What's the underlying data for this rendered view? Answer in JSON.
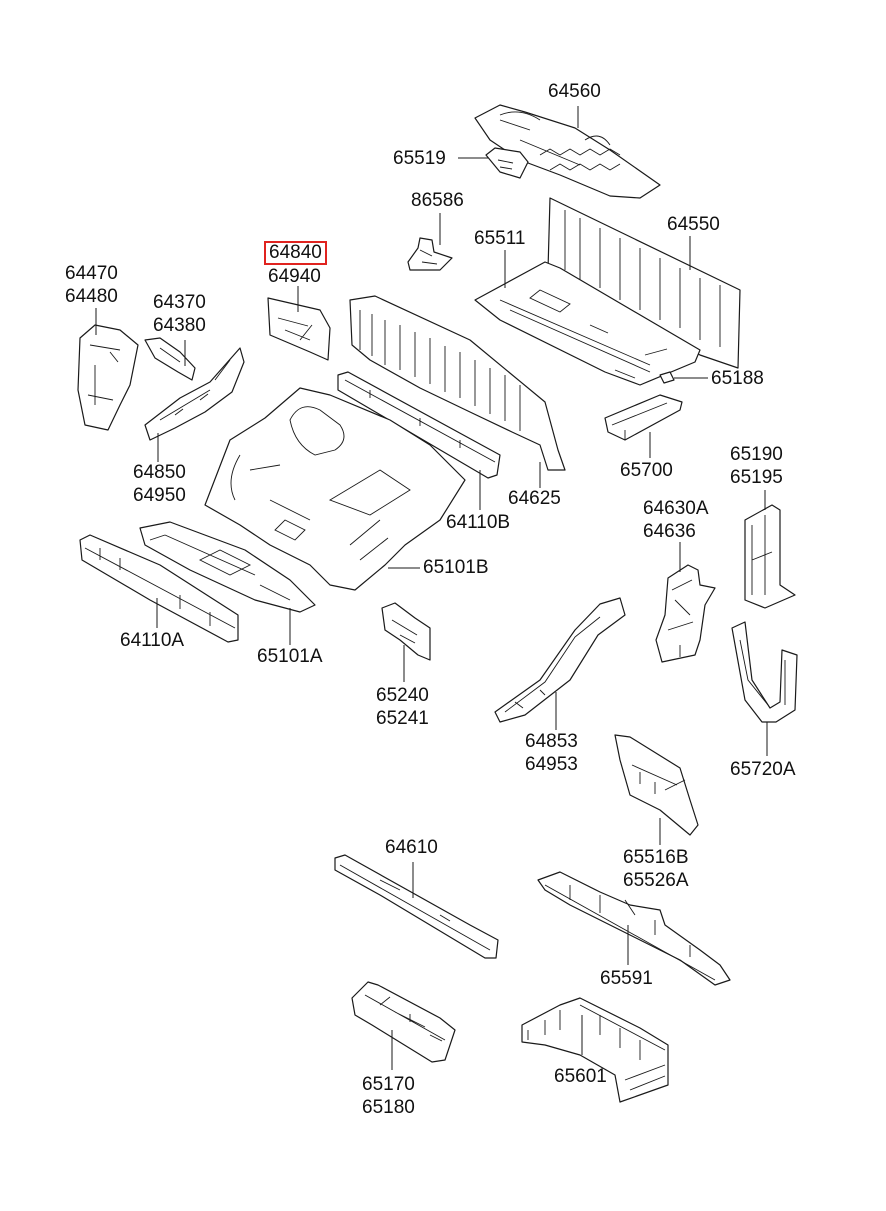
{
  "diagram": {
    "highlight_color": "#e0231f",
    "labels": {
      "p64560": "64560",
      "p65519": "65519",
      "p86586": "86586",
      "p65511": "65511",
      "p64550": "64550",
      "p64840": "64840",
      "p64940": "64940",
      "p64470": "64470",
      "p64480": "64480",
      "p64370": "64370",
      "p64380": "64380",
      "p65188": "65188",
      "p65700": "65700",
      "p64850": "64850",
      "p64950": "64950",
      "p64625": "64625",
      "p64110B": "64110B",
      "p65190": "65190",
      "p65195": "65195",
      "p64630A": "64630A",
      "p64636": "64636",
      "p65101B": "65101B",
      "p64110A": "64110A",
      "p65101A": "65101A",
      "p65240": "65240",
      "p65241": "65241",
      "p64853": "64853",
      "p64953": "64953",
      "p65720A": "65720A",
      "p64610": "64610",
      "p65516B": "65516B",
      "p65526A": "65526A",
      "p65591": "65591",
      "p65170": "65170",
      "p65180": "65180",
      "p65601": "65601"
    }
  }
}
